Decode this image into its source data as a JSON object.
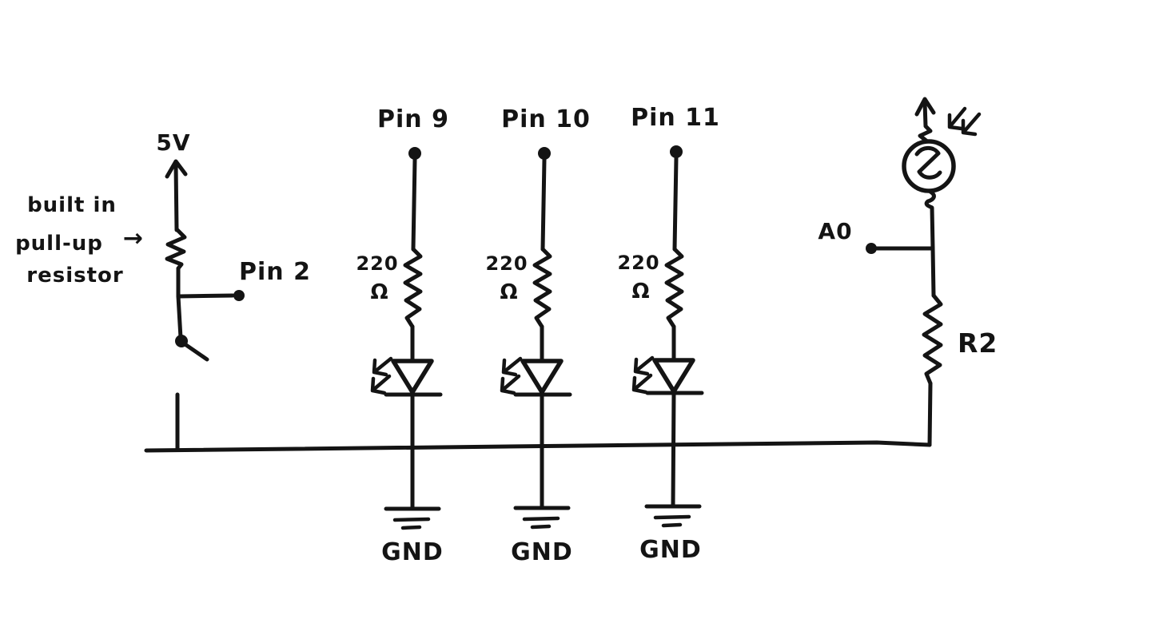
{
  "meta": {
    "description": "Hand-drawn Arduino circuit schematic on white background",
    "ink_color": "#141414",
    "background_color": "#ffffff"
  },
  "annotation": {
    "line1": "built in",
    "line2": "pull-up",
    "arrow": "→",
    "line3": "resistor"
  },
  "pullup": {
    "supply_label": "5V",
    "pin_label": "Pin 2"
  },
  "led_channels": [
    {
      "pin_label": "Pin 9",
      "resistor_value": "220",
      "resistor_unit": "Ω",
      "ground_label": "GND"
    },
    {
      "pin_label": "Pin 10",
      "resistor_value": "220",
      "resistor_unit": "Ω",
      "ground_label": "GND"
    },
    {
      "pin_label": "Pin 11",
      "resistor_value": "220",
      "resistor_unit": "Ω",
      "ground_label": "GND"
    }
  ],
  "ldr_branch": {
    "analog_label": "A0",
    "resistor_label": "R2"
  }
}
